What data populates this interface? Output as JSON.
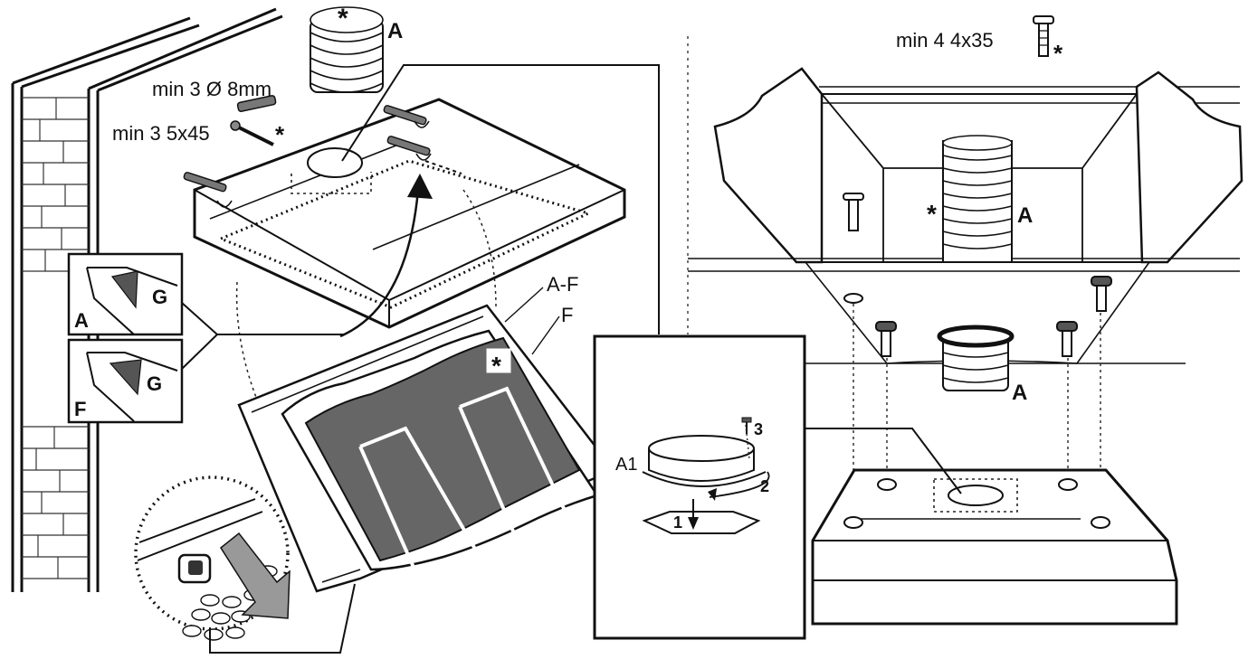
{
  "labels": {
    "plugs_spec": "min 3 Ø 8mm",
    "screws_spec": "min 3 5x45",
    "cabinet_screws_spec": "min 4 4x35",
    "duct_letter": "A",
    "duct_letter_right_top": "A",
    "duct_letter_right_bottom": "A",
    "asterisk": "*",
    "filter_af": "A-F",
    "filter_f": "F",
    "inset_a": "A",
    "inset_g_top": "G",
    "inset_f": "F",
    "inset_g_bottom": "G",
    "adapter_a1": "A1",
    "step_1": "1",
    "step_2": "2",
    "step_3": "3"
  }
}
